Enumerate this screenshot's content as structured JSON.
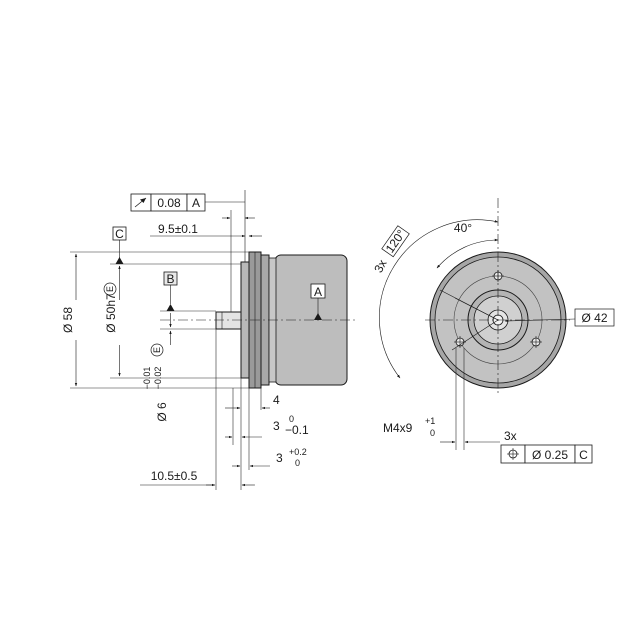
{
  "tolerance_frames": {
    "runout": {
      "symbol": "runout-arrow",
      "value": "0.08",
      "datum": "A"
    },
    "position": {
      "prefix": "3x",
      "symbol": "position-crosshair",
      "value": "Ø 0.25",
      "datum": "C"
    }
  },
  "datums": {
    "a": "A",
    "b": "B",
    "c": "C",
    "e": "E"
  },
  "side_view": {
    "dim_flange_offset": "9.5±0.1",
    "dim_dia_58": "Ø 58",
    "dim_dia_50": "Ø 50h7",
    "dim_dia_6_label": "Ø 6",
    "dim_dia_6_upper": "−0.01",
    "dim_dia_6_lower": "−0.02",
    "dim_4": "4",
    "dim_3_a_main": "3",
    "dim_3_a_upper": "0",
    "dim_3_a_lower": "−0.1",
    "dim_3_b_main": "3",
    "dim_3_b_upper": "+0.2",
    "dim_3_b_lower": "0",
    "dim_shaft_length": "10.5±0.5"
  },
  "front_view": {
    "angle_40": "40°",
    "angle_120_prefix": "3x",
    "angle_120": "120°",
    "dim_dia_42": "Ø 42",
    "thread_main": "M4x9",
    "thread_upper": "+1",
    "thread_lower": "0"
  },
  "colors": {
    "body_fill": "#bdbdbd",
    "dark_fill": "#9a9a9a",
    "light_fill": "#e4e4e4",
    "line": "#1a1a1a"
  }
}
